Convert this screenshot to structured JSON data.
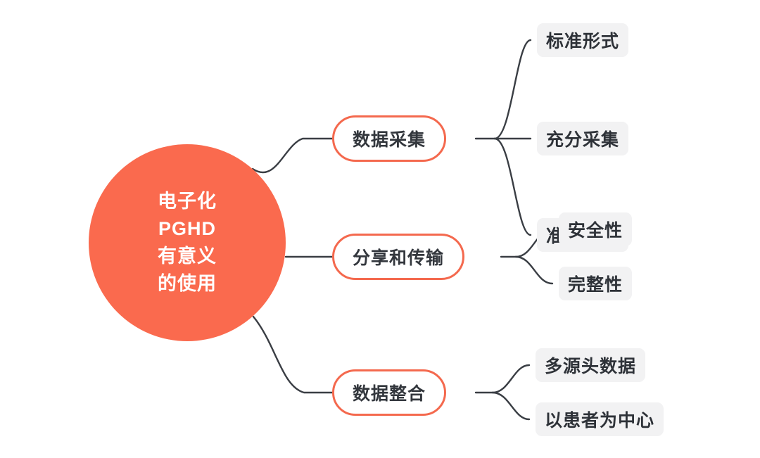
{
  "diagram": {
    "type": "mind-map",
    "title_lines": [
      "电子化",
      "PGHD",
      "有意义",
      "的使用"
    ],
    "colors": {
      "root_fill": "#FA6A4E",
      "root_text": "#FFFFFF",
      "branch_border": "#F4694E",
      "branch_fill": "#FFFFFF",
      "branch_text": "#33373D",
      "leaf_fill": "#F2F2F3",
      "leaf_text": "#2E3238",
      "connector": "#3A3E44",
      "background": "#FFFFFF"
    },
    "root": {
      "lines": [
        "电子化",
        "PGHD",
        "有意义",
        "的使用"
      ]
    },
    "branches": [
      {
        "label": "数据采集",
        "leaves": [
          {
            "label": "标准形式"
          },
          {
            "label": "充分采集"
          },
          {
            "label": "准确数据"
          }
        ]
      },
      {
        "label": "分享和传输",
        "leaves": [
          {
            "label": "安全性"
          },
          {
            "label": "完整性"
          }
        ]
      },
      {
        "label": "数据整合",
        "leaves": [
          {
            "label": "多源头数据"
          },
          {
            "label": "以患者为中心"
          }
        ]
      }
    ]
  }
}
